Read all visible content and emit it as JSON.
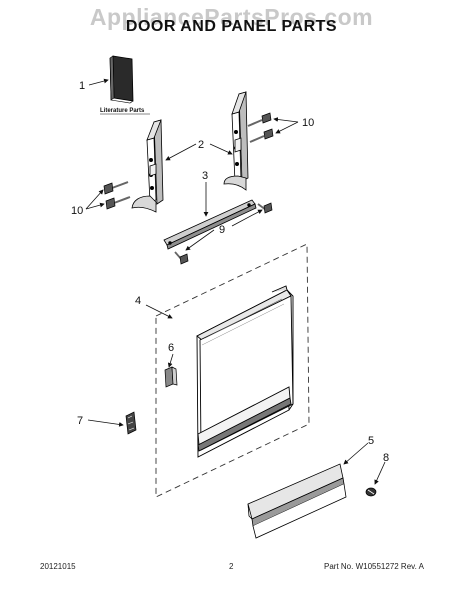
{
  "watermark": "AppliancePartsPros.com",
  "title": "DOOR AND PANEL PARTS",
  "literature_label": "Literature Parts",
  "callouts": {
    "c1": "1",
    "c2": "2",
    "c3": "3",
    "c4": "4",
    "c5": "5",
    "c6": "6",
    "c7": "7",
    "c8": "8",
    "c9": "9",
    "c10_right": "10",
    "c10_left": "10"
  },
  "footer": {
    "date": "20121015",
    "page": "2",
    "part_no": "Part No. W10551272  Rev. A"
  }
}
